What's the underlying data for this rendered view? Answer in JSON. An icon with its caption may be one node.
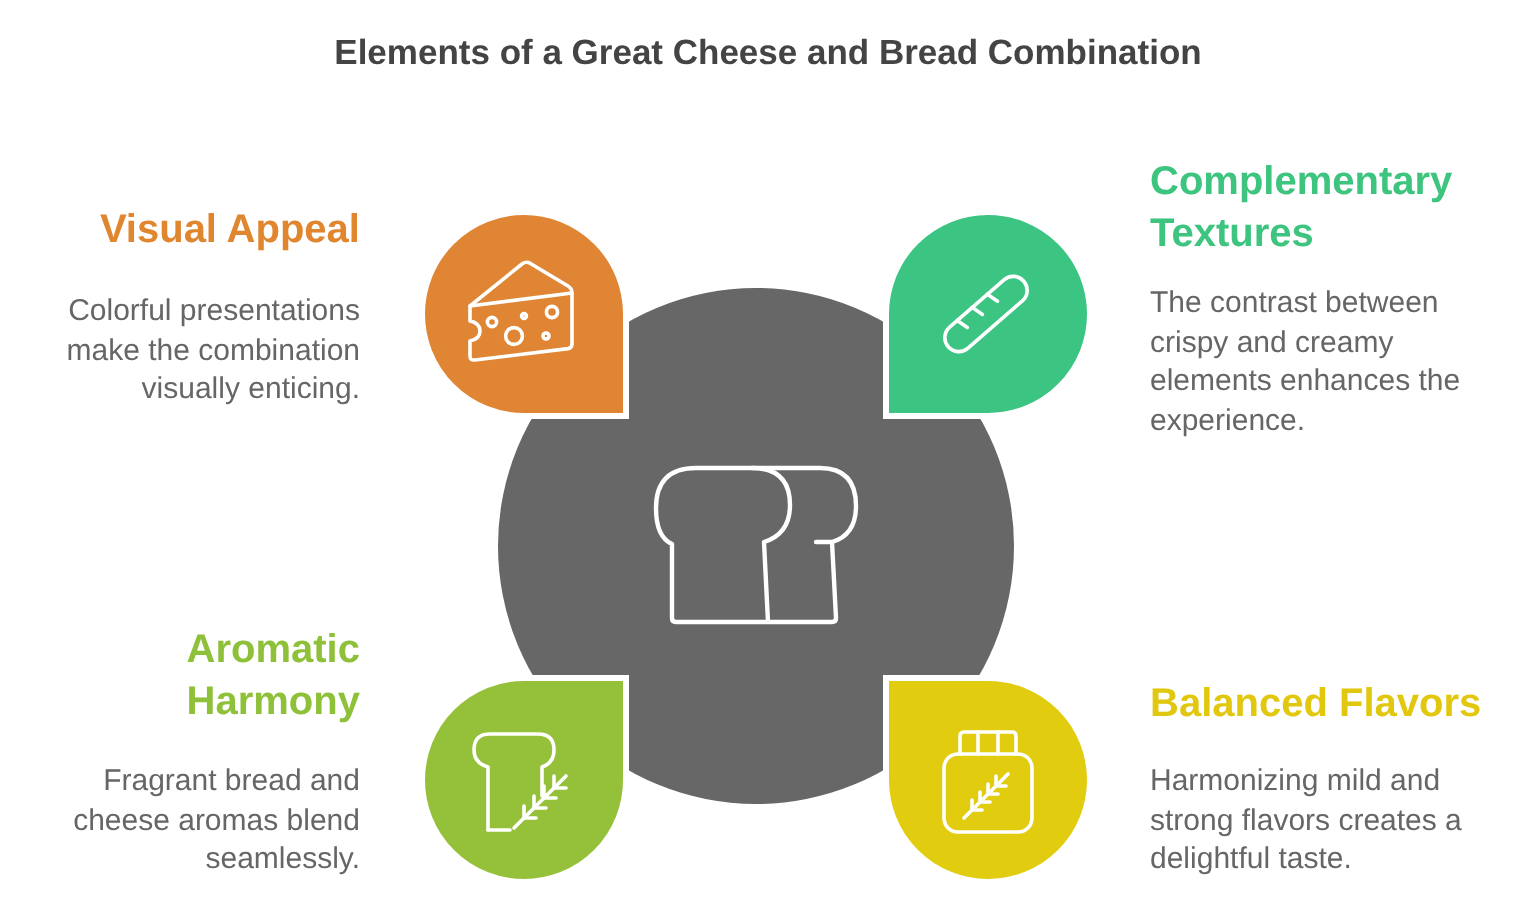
{
  "diagram": {
    "title": "Elements of a Great Cheese and Bread Combination",
    "nodes": [
      {
        "text": [
          "Visual Appeal",
          "Colorful presentations make the combination visually enticing."
        ]
      },
      {
        "text": [
          "Complementary Textures",
          "The contrast between crispy and creamy elements enhances the experience."
        ]
      },
      {
        "text": [],
        "shape": "circle"
      },
      {
        "text": [
          "Aromatic Harmony",
          "Fragrant bread and cheese aromas blend seamlessly."
        ]
      },
      {
        "text": [
          "Balanced Flavors",
          "Harmonizing mild and strong flavors creates a delightful taste."
        ]
      }
    ]
  }
}
